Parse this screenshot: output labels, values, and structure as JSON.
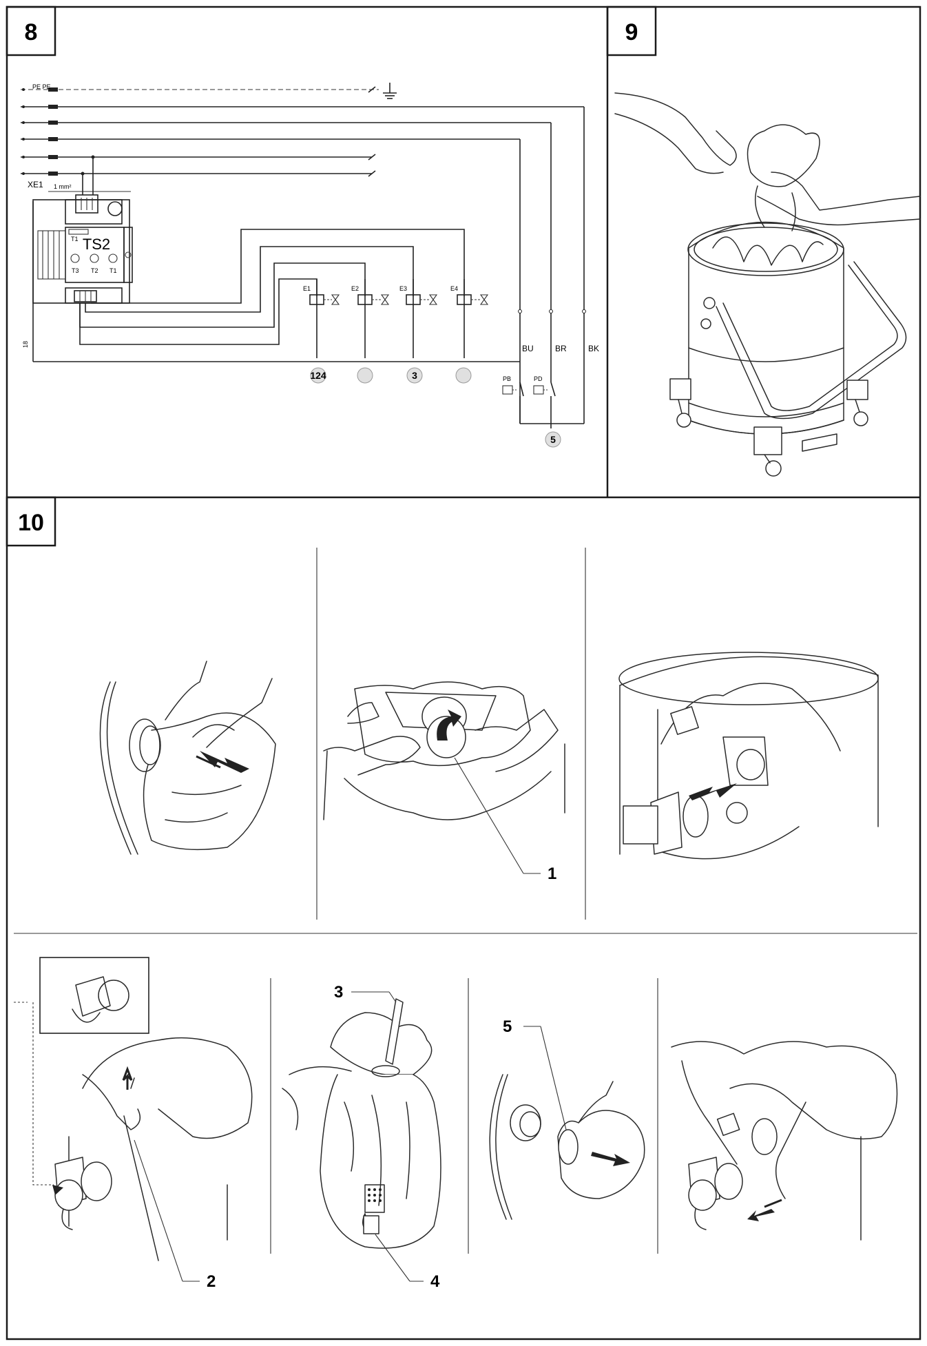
{
  "figures": {
    "fig8": {
      "number": "8"
    },
    "fig9": {
      "number": "9"
    },
    "fig10": {
      "number": "10"
    }
  },
  "wiring": {
    "ground_terminals": "PE PE",
    "xe1_label": "XE1",
    "wire_section": "1 mm²",
    "module_label": "TS2",
    "outputs": [
      "T1",
      "T2",
      "T3"
    ],
    "coils": [
      "E1",
      "E2",
      "E3",
      "E4"
    ],
    "wire_colors": [
      "BU",
      "BR",
      "BK"
    ],
    "pressure_switches": [
      "PB",
      "PD"
    ],
    "side_label": "18",
    "circle_refs": [
      "124",
      "",
      "3",
      "",
      "5"
    ]
  },
  "callouts": [
    "1",
    "2",
    "3",
    "4",
    "5"
  ]
}
